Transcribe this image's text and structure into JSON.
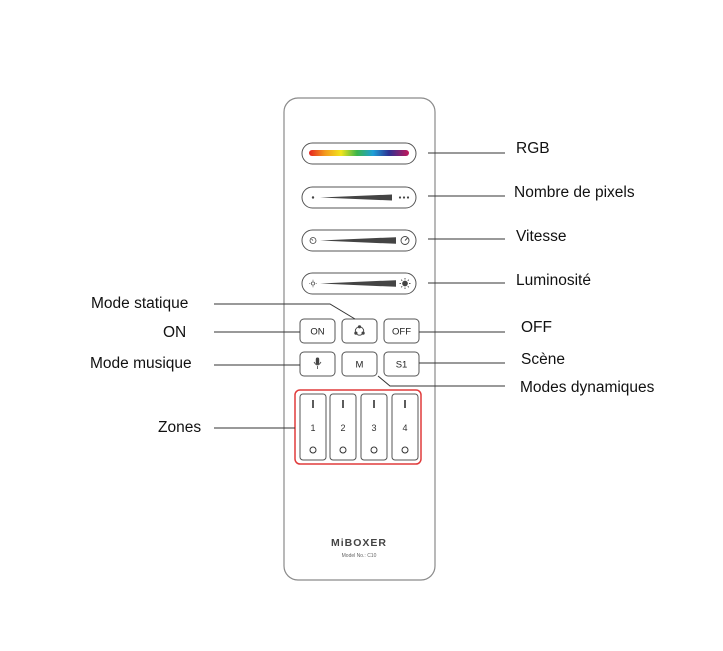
{
  "callouts": {
    "rgb": "RGB",
    "pixels": "Nombre de pixels",
    "speed": "Vitesse",
    "brightness": "Luminosité",
    "static_mode": "Mode statique",
    "on": "ON",
    "off": "OFF",
    "music_mode": "Mode musique",
    "scene": "Scène",
    "dynamic_modes": "Modes dynamiques",
    "zones": "Zones"
  },
  "remote": {
    "buttons": {
      "on": "ON",
      "off": "OFF",
      "mode": "M",
      "scene": "S1"
    },
    "zones": [
      "1",
      "2",
      "3",
      "4"
    ],
    "brand": "MiBOXER",
    "model": "Model No.: C10",
    "zone_highlight_color": "#e03c3c",
    "icons": {
      "static_mode": "three-dots-cycle-icon",
      "music_mode": "microphone-icon",
      "pixels_min": "single-dot-icon",
      "pixels_max": "three-dots-icon",
      "speed_min": "slow-speed-icon",
      "speed_max": "fast-speed-icon",
      "brightness_min": "sun-dim-icon",
      "brightness_max": "sun-bright-icon",
      "zone_on": "bar-icon",
      "zone_off": "circle-icon"
    }
  }
}
